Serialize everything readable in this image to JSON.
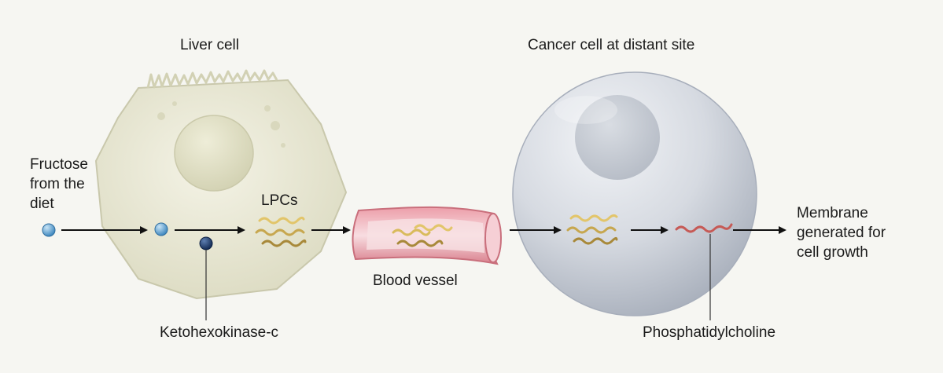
{
  "labels": {
    "liver_cell": "Liver cell",
    "cancer_cell": "Cancer cell at distant site",
    "fructose": "Fructose\nfrom the\ndiet",
    "lpcs": "LPCs",
    "blood_vessel": "Blood vessel",
    "ketohexokinase": "Ketohexokinase-c",
    "membrane": "Membrane\ngenerated for\ncell growth",
    "phosphatidylcholine": "Phosphatidylcholine"
  },
  "colors": {
    "background": "#f6f6f2",
    "liver_cell_fill": "#ecebd8",
    "liver_nucleus": "#e0dfc2",
    "cancer_cell_fill": "#d7dbe1",
    "fructose_dot": "#6aaad6",
    "ketohexokinase_dot": "#1e3f72",
    "lpc_light": "#e2c56a",
    "lpc_dark": "#a8893a",
    "vessel_wall": "#e79aa4",
    "vessel_inner": "#f8dce0",
    "phosphatidylcholine_strand": "#c65a56",
    "arrow": "#111111"
  }
}
